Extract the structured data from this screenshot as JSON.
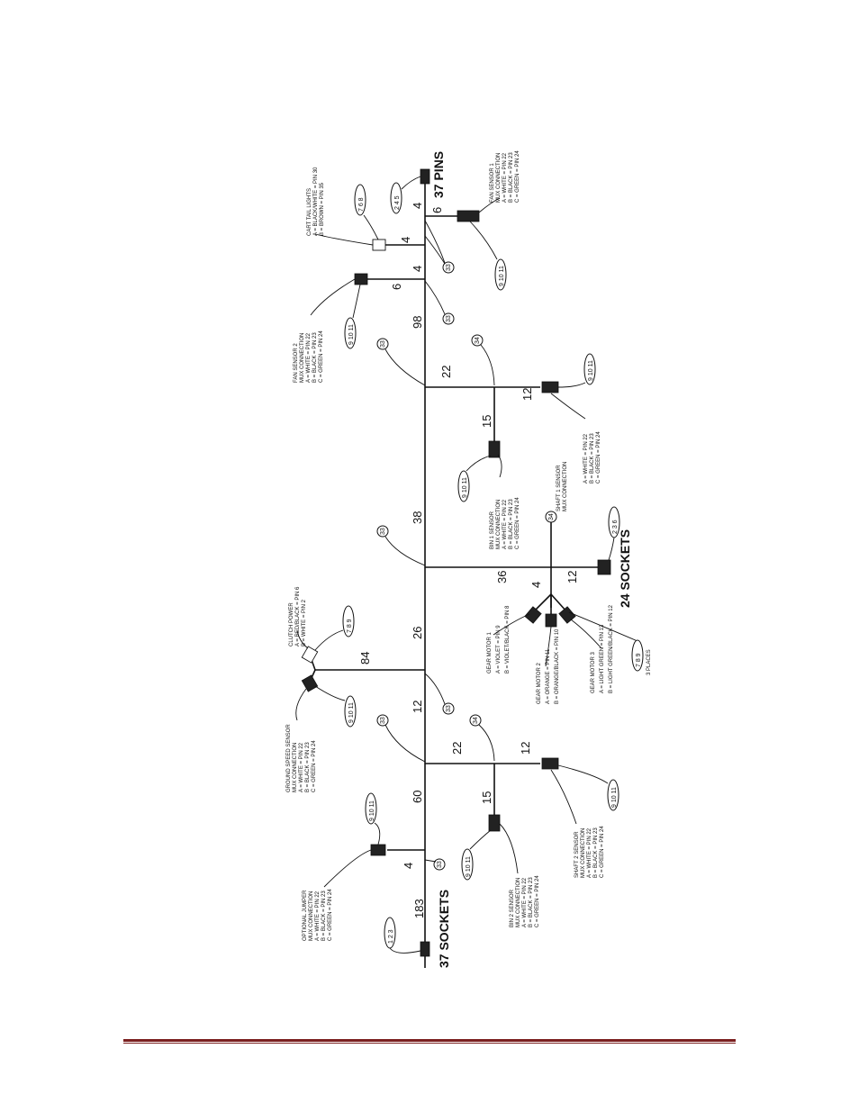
{
  "diagram": {
    "connectors": {
      "main_start": "37 SOCKETS",
      "main_end": "37 PINS",
      "branch_end": "24 SOCKETS"
    },
    "lengths": {
      "l183": "183",
      "l4a": "4",
      "l60": "60",
      "l22a": "22",
      "l15a": "15",
      "l12a": "12",
      "l12b": "12",
      "l84": "84",
      "l26": "26",
      "l36": "36",
      "l4b": "4",
      "l12c": "12",
      "l38": "38",
      "l22b": "22",
      "l15b": "15",
      "l12d": "12",
      "l98": "98",
      "l6a": "6",
      "l4c": "4",
      "l4d": "4",
      "l4e": "4",
      "l6b": "6"
    },
    "callouts": {
      "optional_jumper": [
        "OPTIONAL JUMPER",
        "MUX CONNECTION",
        "A = WHITE = PIN 22",
        "B = BLACK = PIN 23",
        "C = GREEN = PIN 24"
      ],
      "bin2": [
        "BIN 2 SENSOR",
        "MUX CONNECTION",
        "A = WHITE = PIN 22",
        "B = BLACK = PIN 23",
        "C = GREEN = PIN 24"
      ],
      "shaft2": [
        "SHAFT 2 SENSOR",
        "MUX CONNECTION",
        "A = WHITE = PIN 22",
        "B = BLACK = PIN 23",
        "C = GREEN = PIN 24"
      ],
      "ground_speed": [
        "GROUND SPEED SENSOR",
        "MUX CONNECTION",
        "A = WHITE = PIN 22",
        "B = BLACK = PIN 23",
        "C = GREEN = PIN 24"
      ],
      "clutch_power": [
        "CLUTCH POWER",
        "A = RED/BLACK = PIN 6",
        "B = WHITE = PIN 2"
      ],
      "gear_motor1": [
        "GEAR MOTOR 1",
        "A = VIOLET = PIN 9",
        "B = VIOLET/BLACK = PIN 8"
      ],
      "gear_motor2": [
        "GEAR MOTOR 2",
        "A = ORANGE = PIN 11",
        "B = ORANGE/BLACK = PIN 10"
      ],
      "gear_motor3": [
        "GEAR MOTOR 3",
        "A = LIGHT GREEN = PIN 13",
        "B = LIGHT GREEN/BLACK = PIN 12"
      ],
      "three_places": "3 PLACES",
      "bin1": [
        "BIN 1 SENSOR",
        "MUX CONNECTION",
        "A = WHITE = PIN 22",
        "B = BLACK = PIN 23",
        "C = GREEN = PIN 24"
      ],
      "shaft1": [
        "SHAFT 1 SENSOR",
        "MUX CONNECTION"
      ],
      "shaft1_pins": [
        "A = WHITE = PIN 22",
        "B = BLACK = PIN 23",
        "C = GREEN = PIN 24"
      ],
      "fan2": [
        "FAN SENSOR 2",
        "MUX CONNECTION",
        "A = WHITE = PIN 22",
        "B = BLACK = PIN 23",
        "C = GREEN = PIN 24"
      ],
      "cart_tail": [
        "CART TAIL LIGHTS",
        "A = BLACK/WHITE = PIN 30",
        "B = BROWN = PIN 35"
      ],
      "fan1": [
        "FAN SENSOR 1",
        "MUX CONNECTION",
        "A = WHITE = PIN 22",
        "B = BLACK = PIN 23",
        "C = GREEN = PIN 24"
      ]
    },
    "refs": {
      "r123": "1 2 3",
      "r91011": "9 10 11",
      "r789": "7 8 9",
      "r236": "2 3 6",
      "r245": "2 4 5",
      "r768": "7 6 8",
      "r33": "33",
      "r34": "34"
    }
  },
  "footer": {
    "rule_color": "#7a1f1f"
  }
}
